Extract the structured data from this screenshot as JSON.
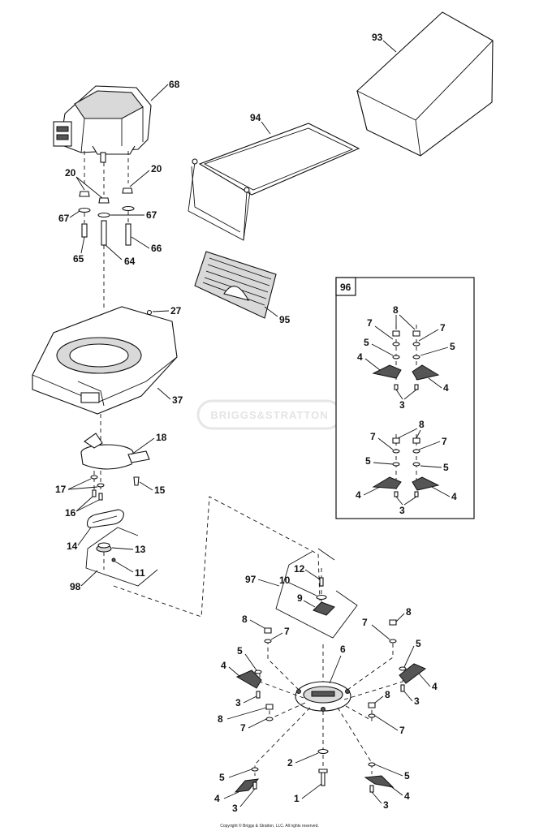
{
  "watermark": "BRIGGS&STRATTON",
  "copyright": "Copyright © Briggs & Stratton, LLC. All rights reserved.",
  "inset_box_label": "96",
  "labels": {
    "p93": "93",
    "p94": "94",
    "p68": "68",
    "p20a": "20",
    "p20b": "20",
    "p67a": "67",
    "p67b": "67",
    "p65": "65",
    "p64": "64",
    "p66": "66",
    "p95": "95",
    "p27": "27",
    "p37": "37",
    "p18": "18",
    "p17": "17",
    "p15": "15",
    "p16": "16",
    "p14": "14",
    "p13": "13",
    "p11": "11",
    "p98": "98",
    "p12": "12",
    "p97": "97",
    "p10": "10",
    "p9": "9",
    "p6": "6",
    "i8a": "8",
    "i7a": "7",
    "i7b": "7",
    "i5a": "5",
    "i5b": "5",
    "i4a": "4",
    "i4b": "4",
    "i3a": "3",
    "i8b": "8",
    "i7c": "7",
    "i7d": "7",
    "i5c": "5",
    "i5d": "5",
    "i4c": "4",
    "i4d": "4",
    "i3b": "3",
    "b8a": "8",
    "b7a": "7",
    "b5a": "5",
    "b4a": "4",
    "b3a": "3",
    "b8b": "8",
    "b7b": "7",
    "b5b": "5",
    "b4b": "4",
    "b3b": "3",
    "b8c": "8",
    "b7c": "7",
    "b8d": "8",
    "b7d": "7",
    "b5c": "5",
    "b4c": "4",
    "b3c": "3",
    "b5d": "5",
    "b4d": "4",
    "b3d": "3",
    "b2": "2",
    "b1": "1"
  }
}
